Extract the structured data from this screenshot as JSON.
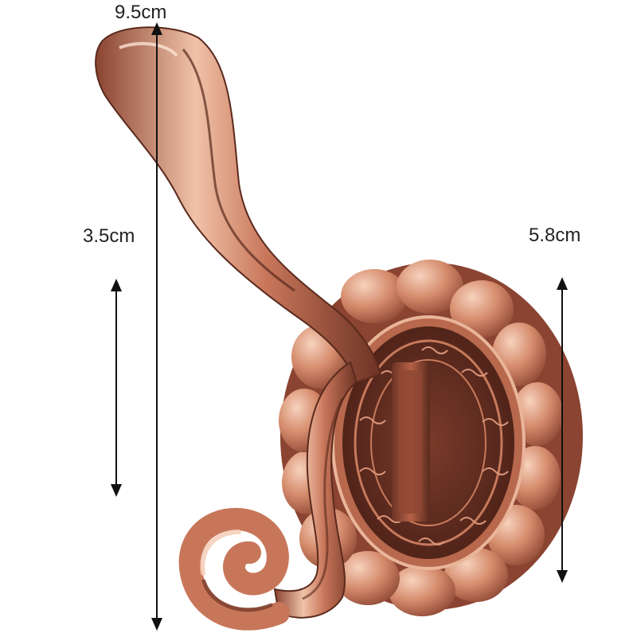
{
  "dimensions": {
    "total_height": "9.5cm",
    "hook_gap": "3.5cm",
    "base_diameter": "5.8cm"
  },
  "colors": {
    "copper_light": "#f2c4ae",
    "copper_mid": "#c8765a",
    "copper_dark": "#7d3f2c",
    "copper_deep": "#4d2218",
    "arrow": "#111111"
  }
}
